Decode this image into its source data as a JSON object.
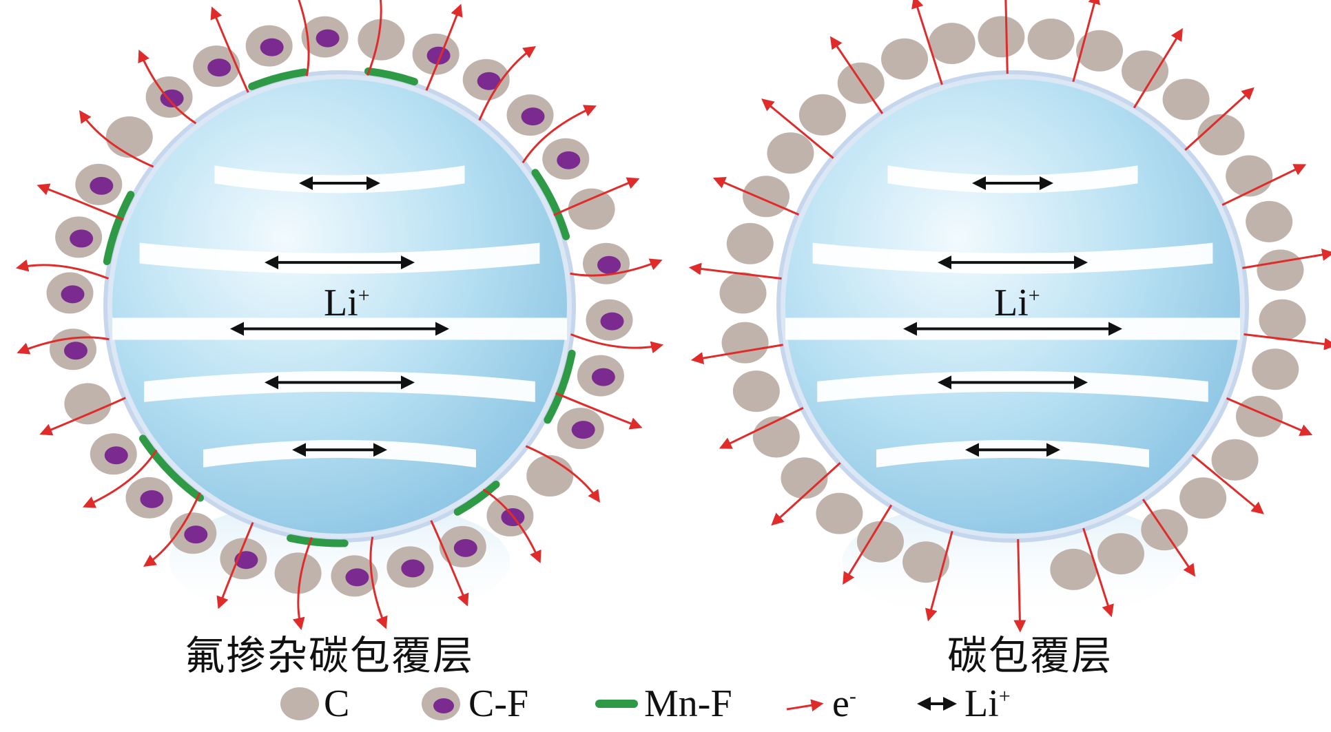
{
  "left_panel": {
    "caption": "氟掺杂碳包覆层",
    "center_label": "Li",
    "center_label_sup": "+"
  },
  "right_panel": {
    "caption": "碳包覆层",
    "center_label": "Li",
    "center_label_sup": "+"
  },
  "legend": {
    "items": [
      {
        "text": "C",
        "sup": ""
      },
      {
        "text": "C-F",
        "sup": ""
      },
      {
        "text": "Mn-F",
        "sup": ""
      },
      {
        "text": "e",
        "sup": "-"
      },
      {
        "text": "Li",
        "sup": "+"
      }
    ]
  },
  "colors": {
    "carbon_particle": "#bfb3ab",
    "fluorine_dot": "#7b2a8f",
    "mnf_segment": "#2f9a46",
    "electron_arrow": "#e02b2b",
    "li_arrow": "#111111",
    "sphere_light": "#e6f4fb",
    "sphere_dark": "#9fd0ea"
  }
}
